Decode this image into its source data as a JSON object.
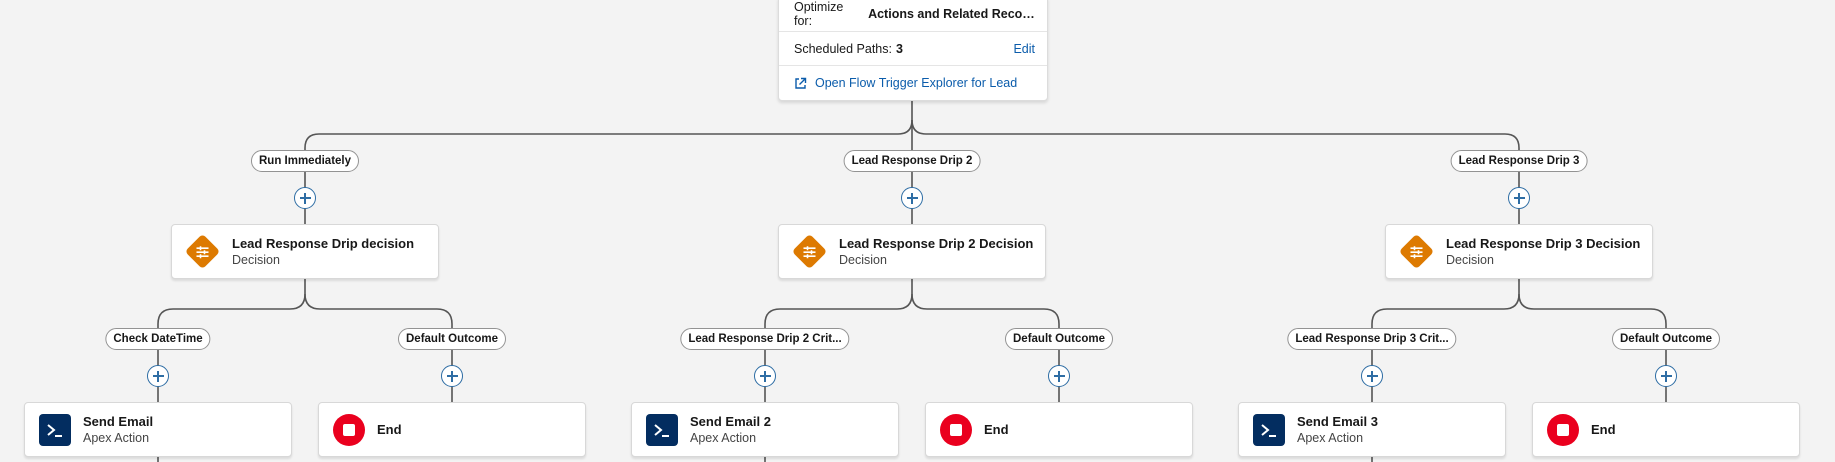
{
  "start": {
    "optimize_label": "Optimize for:",
    "optimize_value": "Actions and Related Recor...",
    "scheduled_label": "Scheduled Paths:",
    "scheduled_value": "3",
    "edit_label": "Edit",
    "explorer_link": "Open Flow Trigger Explorer for Lead"
  },
  "paths": [
    {
      "label": "Run Immediately",
      "decision": {
        "title": "Lead Response Drip decision",
        "type": "Decision"
      },
      "outcomes": [
        {
          "label": "Check DateTime",
          "element": {
            "title": "Send Email",
            "type": "Apex Action",
            "icon": "apex-action-icon"
          }
        },
        {
          "label": "Default Outcome",
          "element": {
            "title": "End",
            "type": "",
            "icon": "end-icon"
          }
        }
      ]
    },
    {
      "label": "Lead Response Drip 2",
      "decision": {
        "title": "Lead Response Drip 2 Decision",
        "type": "Decision"
      },
      "outcomes": [
        {
          "label": "Lead Response Drip 2 Crit...",
          "element": {
            "title": "Send Email 2",
            "type": "Apex Action",
            "icon": "apex-action-icon"
          }
        },
        {
          "label": "Default Outcome",
          "element": {
            "title": "End",
            "type": "",
            "icon": "end-icon"
          }
        }
      ]
    },
    {
      "label": "Lead Response Drip 3",
      "decision": {
        "title": "Lead Response Drip 3 Decision",
        "type": "Decision"
      },
      "outcomes": [
        {
          "label": "Lead Response Drip 3 Crit...",
          "element": {
            "title": "Send Email 3",
            "type": "Apex Action",
            "icon": "apex-action-icon"
          }
        },
        {
          "label": "Default Outcome",
          "element": {
            "title": "End",
            "type": "",
            "icon": "end-icon"
          }
        }
      ]
    }
  ],
  "colors": {
    "canvas": "#f3f3f3",
    "connector": "#555555",
    "decision": "#dd7a01",
    "apex": "#032d60",
    "end": "#ea001e",
    "link": "#0b5cab"
  }
}
